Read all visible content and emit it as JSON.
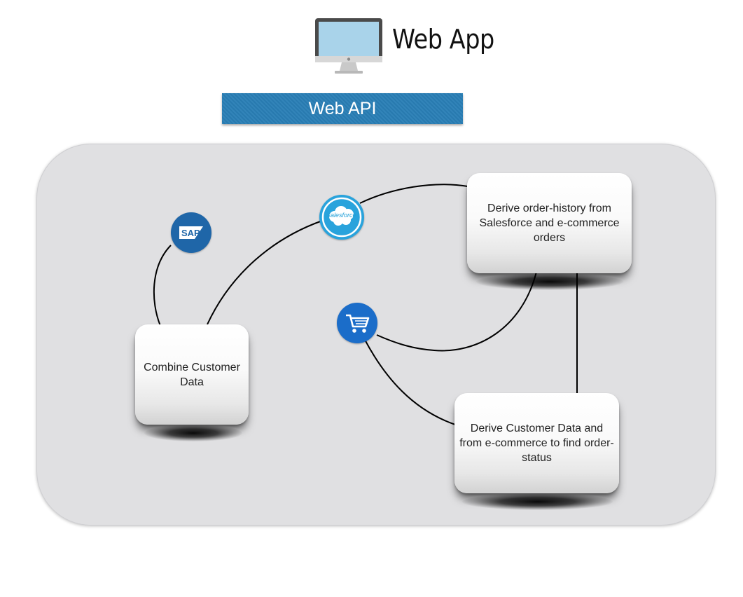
{
  "header": {
    "app_title": "Web App",
    "app_icon": "desktop-monitor-icon",
    "api_label": "Web API",
    "api_color": "#2a7fb6"
  },
  "nodes": {
    "combine": "Combine Customer Data",
    "order_history": "Derive order-history from Salesforce and e-commerce orders",
    "order_status": "Derive Customer Data and from e-commerce to find order-status"
  },
  "badges": {
    "sap": {
      "icon": "sap-logo-icon",
      "text": "SAP",
      "color": "#1f66a8"
    },
    "salesforce": {
      "icon": "salesforce-logo-icon",
      "text": "salesforce",
      "color": "#29a3dc"
    },
    "ecommerce": {
      "icon": "shopping-cart-icon",
      "color": "#1b6dc9"
    }
  },
  "container_color": "#e0e0e2"
}
